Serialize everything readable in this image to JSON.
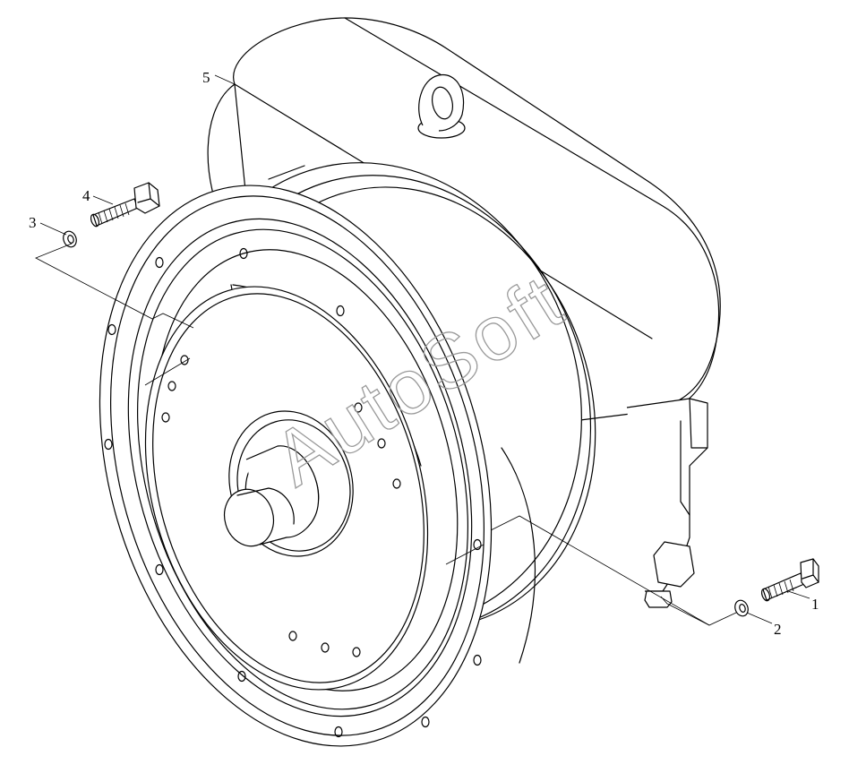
{
  "diagram": {
    "callouts": [
      {
        "id": "1",
        "label": "1"
      },
      {
        "id": "2",
        "label": "2"
      },
      {
        "id": "3",
        "label": "3"
      },
      {
        "id": "4",
        "label": "4"
      },
      {
        "id": "5",
        "label": "5"
      }
    ],
    "watermark": "AutoSoft"
  }
}
